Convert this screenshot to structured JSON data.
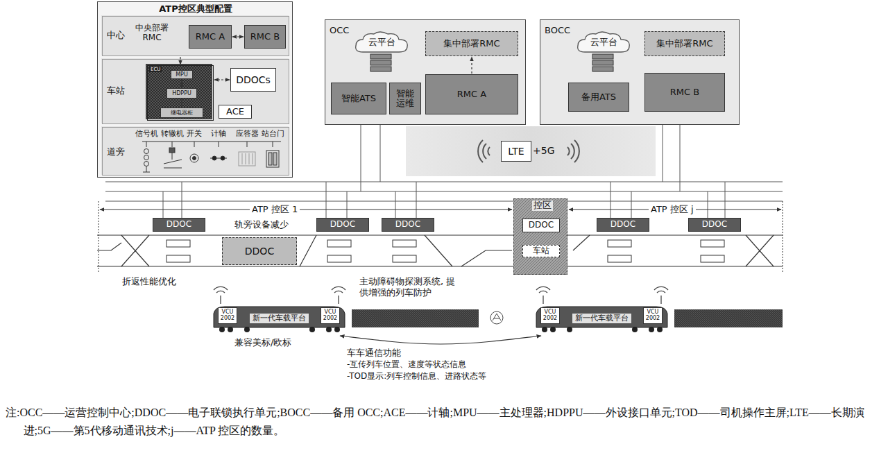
{
  "diagram": {
    "caption": "注:OCC——运营控制中心;DDOC——电子联锁执行单元;BOCC——备用 OCC;ACE——计轴;MPU——主处理器;HDPPU——外设接口单元;TOD——司机操作主屏;LTE——长期演进;5G——第5代移动通讯技术;j——ATP 控区的数量。",
    "nodes": [
      {
        "text": [
          "ATP控区典型配置"
        ]
      },
      {
        "text": [
          "中心",
          "中央部署 RMC"
        ],
        "in": 0
      },
      {
        "text": [
          "RMC A"
        ],
        "in": 1
      },
      {
        "text": [
          "RMC B"
        ],
        "in": 1
      },
      {
        "text": [
          "车站"
        ],
        "in": 0
      },
      {
        "text": [
          "ECU"
        ],
        "in": 4
      },
      {
        "text": [
          "MPU"
        ],
        "in": 5
      },
      {
        "text": [
          "HDPPU"
        ],
        "in": 5
      },
      {
        "text": [
          "继电器柜"
        ],
        "in": 5
      },
      {
        "text": [
          "DDOCs"
        ],
        "in": 4
      },
      {
        "text": [
          "ACE"
        ],
        "in": 4
      },
      {
        "text": [
          "道旁"
        ],
        "in": 0
      },
      {
        "text": [
          "OCC"
        ]
      },
      {
        "text": [
          "云平台"
        ],
        "in": 12
      },
      {
        "text": [
          "集中部署RMC"
        ],
        "in": 12
      },
      {
        "text": [
          "智能ATS"
        ],
        "in": 12
      },
      {
        "text": [
          "智能运维"
        ],
        "in": 12
      },
      {
        "text": [
          "RMC A"
        ],
        "in": 12
      },
      {
        "text": [
          "BOCC"
        ]
      },
      {
        "text": [
          "云平台"
        ],
        "in": 18
      },
      {
        "text": [
          "集中部署RMC"
        ],
        "in": 18
      },
      {
        "text": [
          "备用ATS"
        ],
        "in": 18
      },
      {
        "text": [
          "RMC B"
        ],
        "in": 18
      },
      {
        "text": [
          "LTE"
        ]
      },
      {
        "text": [
          "控区"
        ]
      },
      {
        "text": [
          "DDOC"
        ],
        "in": 24
      },
      {
        "text": [
          "车站"
        ],
        "in": 24
      },
      {
        "text": [
          "DDOC"
        ]
      },
      {
        "text": [
          "DDOC"
        ]
      },
      {
        "text": [
          "DDOC"
        ]
      },
      {
        "text": [
          "DDOC"
        ]
      },
      {
        "text": [
          "DDOC"
        ]
      },
      {
        "text": [
          "DDOC"
        ]
      },
      {
        "text": [
          "新一代车载平台"
        ]
      },
      {
        "text": [
          "VCU 2002"
        ],
        "in": 33
      },
      {
        "text": [
          "VCU 2002"
        ],
        "in": 33
      },
      {
        "text": [
          "新一代车载平台"
        ]
      },
      {
        "text": [
          "VCU 2002"
        ],
        "in": 36
      },
      {
        "text": [
          "VCU 2002"
        ],
        "in": 36
      }
    ],
    "edges": [
      {
        "from": 2,
        "to": 3,
        "arrow": "both"
      },
      {
        "from": 1,
        "to": 5,
        "arrow": "to"
      },
      {
        "from": 5,
        "to": 9,
        "arrow": "both"
      },
      {
        "from": 6,
        "to": 7,
        "arrow": "both"
      },
      {
        "from": 7,
        "to": 8,
        "arrow": "none"
      },
      {
        "from": 17,
        "to": 14,
        "arrow": "to"
      },
      {
        "from": 33,
        "to": 36,
        "arrow": "both"
      }
    ],
    "labels": [
      "ATP 控区 1",
      "ATP 控区 j",
      "轨旁设备减少",
      "折返性能优化",
      "主动障碍物探测系统, 提供增强的列车防护",
      "兼容美标/欧标",
      "车车通信功能",
      "-互传列车位置、速度等状态信息",
      "-TOD显示:列车控制信息、进路状态等",
      "+5G",
      "信号机",
      "转辙机",
      "开关",
      "计轴",
      "应答器",
      "站台门"
    ]
  }
}
